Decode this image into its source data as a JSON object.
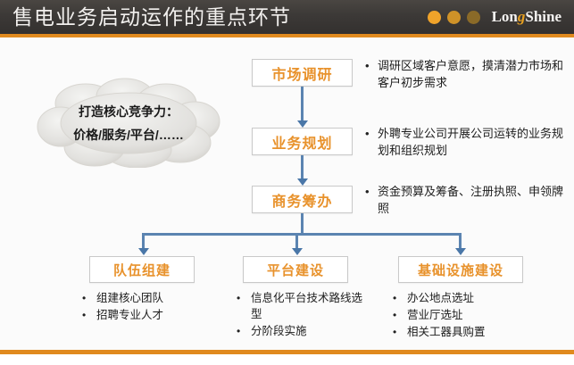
{
  "header": {
    "title": "售电业务启动运作的重点环节",
    "logo": {
      "text_before": "Lon",
      "accent_letter": "g",
      "text_after": "Shine",
      "dots": [
        "#f0a32a",
        "#cf9228",
        "#8a6a28"
      ]
    },
    "stripe_color": "#e08a1e"
  },
  "cloud": {
    "line1": "打造核心竞争力：",
    "line2": "价格/服务/平台/……"
  },
  "flow": {
    "main_steps": [
      {
        "label": "市场调研"
      },
      {
        "label": "业务规划"
      },
      {
        "label": "商务筹办"
      }
    ],
    "lower_steps": [
      {
        "label": "队伍组建"
      },
      {
        "label": "平台建设"
      },
      {
        "label": "基础设施建设"
      }
    ],
    "box_text_color": "#e8922c",
    "connector_color": "#5b84b1"
  },
  "bullets": {
    "market": [
      "调研区域客户意愿，摸清潜力市场和客户初步需求"
    ],
    "planning": [
      "外聘专业公司开展公司运转的业务规划和组织规划"
    ],
    "prepare": [
      "资金预算及筹备、注册执照、申领牌照"
    ],
    "team": [
      "组建核心团队",
      "招聘专业人才"
    ],
    "platform": [
      "信息化平台技术路线选型",
      "分阶段实施"
    ],
    "infra": [
      "办公地点选址",
      "营业厅选址",
      "相关工器具购置"
    ]
  },
  "bullet_marker": "•"
}
